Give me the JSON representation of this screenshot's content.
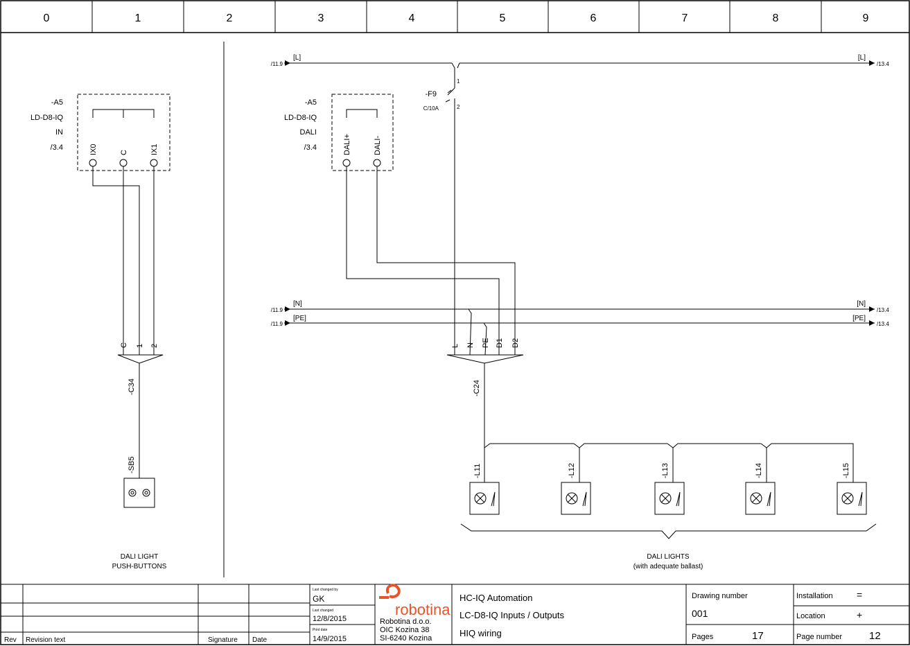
{
  "grid": {
    "columns": [
      "0",
      "1",
      "2",
      "3",
      "4",
      "5",
      "6",
      "7",
      "8",
      "9"
    ]
  },
  "left_block": {
    "module": {
      "tag": "-A5",
      "type": "LD-D8-IQ",
      "function": "IN",
      "ref": "/3.4"
    },
    "terminals": [
      "IX0",
      "C",
      "IX1"
    ],
    "cable": {
      "name": "-C34",
      "cores": [
        "C",
        "1",
        "2"
      ]
    },
    "device": {
      "name": "-SB5"
    },
    "caption": [
      "DALI LIGHT",
      "PUSH-BUTTONS"
    ]
  },
  "right_block": {
    "module": {
      "tag": "-A5",
      "type": "LD-D8-IQ",
      "function": "DALI",
      "ref": "/3.4"
    },
    "terminals": [
      "DALI+",
      "DALI-"
    ],
    "breaker": {
      "name": "-F9",
      "rating": "C/10A",
      "pin_top": "1",
      "pin_bottom": "2"
    },
    "potentials": [
      {
        "label": "[L]",
        "from": "/11.9",
        "to": "/13.4"
      },
      {
        "label": "[N]",
        "from": "/11.9",
        "to": "/13.4"
      },
      {
        "label": "[PE]",
        "from": "/11.9",
        "to": "/13.4"
      }
    ],
    "cable": {
      "name": "-C24",
      "cores": [
        "L",
        "N",
        "PE",
        "D1",
        "D2"
      ]
    },
    "lights": [
      "-L11",
      "-L12",
      "-L13",
      "-L14",
      "-L15"
    ],
    "caption": [
      "DALI LIGHTS",
      "(with adequate ballast)"
    ]
  },
  "title_block": {
    "revision_headers": {
      "rev": "Rev",
      "text": "Revision text",
      "signature": "Signature",
      "date": "Date"
    },
    "last_changed_by_label": "Last changed by",
    "last_changed_by": "GK",
    "last_changed_label": "Last changed",
    "last_changed": "12/8/2015",
    "print_date_label": "Print date",
    "print_date": "14/9/2015",
    "company_logo": "robotina",
    "company": [
      "Robotina d.o.o.",
      "OIC Kozina 38",
      "SI-6240 Kozina"
    ],
    "project": [
      "HC-IQ Automation",
      "LC-D8-IQ Inputs / Outputs",
      "HIQ wiring"
    ],
    "drawing_number_label": "Drawing number",
    "drawing_number": "001",
    "pages_label": "Pages",
    "pages": "17",
    "installation_label": "Installation",
    "installation": "=",
    "location_label": "Location",
    "location": "+",
    "page_number_label": "Page number",
    "page_number": "12"
  },
  "colors": {
    "line": "#000000",
    "logo": "#e8542a",
    "paper": "#ffffff"
  }
}
